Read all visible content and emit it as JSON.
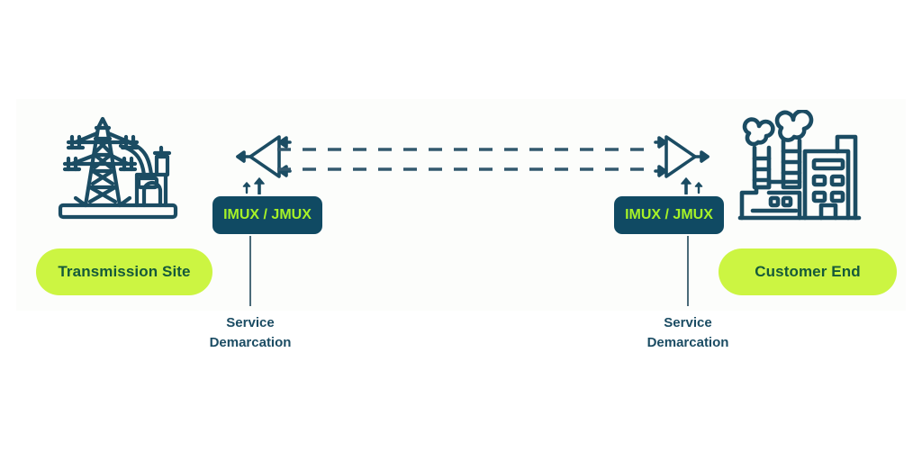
{
  "diagram": {
    "title": "IMUX / JMUX service demarcation between transmission site and customer end",
    "colors": {
      "ink": "#1b4c63",
      "box_fill": "#104a63",
      "box_text": "#a6f227",
      "pill_fill": "#ccf542",
      "pill_text": "#15593a",
      "panel_bg": "#fcfdfb",
      "link_line": "#33596e"
    }
  },
  "left": {
    "icon": "transmission-pylon-icon",
    "pill_label": "Transmission Site",
    "mux_label": "IMUX / JMUX",
    "demarcation_label": "Service\nDemarcation",
    "demarcation_line1": "Service",
    "demarcation_line2": "Demarcation",
    "symbol": "amplifier-left-icon"
  },
  "right": {
    "icon": "factory-icon",
    "pill_label": "Customer End",
    "mux_label": "IMUX / JMUX",
    "demarcation_label": "Service\nDemarcation",
    "demarcation_line1": "Service",
    "demarcation_line2": "Demarcation",
    "symbol": "amplifier-right-icon"
  },
  "links": {
    "style": "dashed",
    "count": 2,
    "direction": "bidirectional",
    "top_link_name": "dashed-link-upper",
    "bottom_link_name": "dashed-link-lower"
  }
}
